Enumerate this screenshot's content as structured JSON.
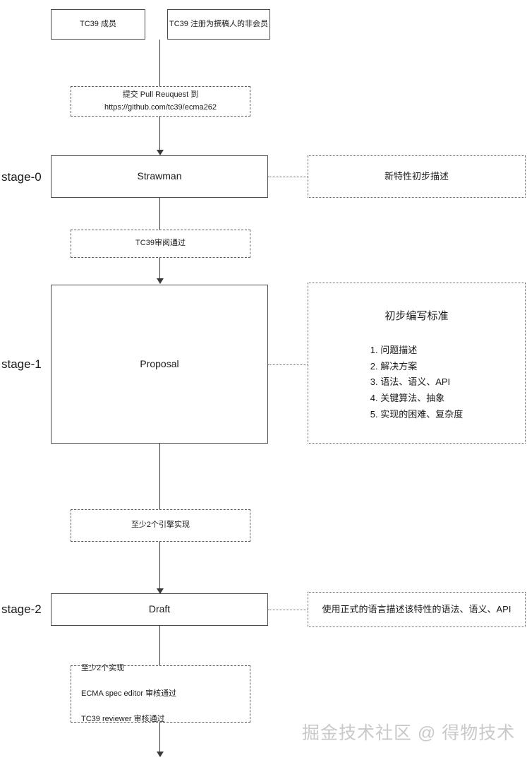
{
  "diagram": {
    "title": "TC39 Proposal Process Flowchart",
    "stages": [
      {
        "id": "stage-0",
        "label": "stage-0"
      },
      {
        "id": "stage-1",
        "label": "stage-1"
      },
      {
        "id": "stage-2",
        "label": "stage-2"
      }
    ],
    "actors": [
      {
        "id": "tc39-member",
        "label": "TC39 成员"
      },
      {
        "id": "tc39-non-member",
        "label": "TC39 注册为撰稿人的非会员"
      }
    ],
    "transitions": [
      {
        "id": "submit-pr",
        "line1": "提交 Pull Reuquest 到",
        "line2": "https://github.com/tc39/ecma262"
      },
      {
        "id": "tc39-review-pass",
        "label": "TC39审阅通过"
      },
      {
        "id": "two-engine-impl",
        "label": "至少2个引擎实现"
      },
      {
        "id": "stage3-criteria",
        "lines": [
          "至少2个实现",
          "ECMA spec editor 审核通过",
          "TC39 reviewer 审核通过"
        ]
      }
    ],
    "nodes": [
      {
        "id": "strawman",
        "label": "Strawman"
      },
      {
        "id": "proposal",
        "label": "Proposal"
      },
      {
        "id": "draft",
        "label": "Draft"
      }
    ],
    "descriptions": [
      {
        "id": "strawman-desc",
        "label": "新特性初步描述"
      },
      {
        "id": "proposal-desc",
        "title": "初步编写标准",
        "items": [
          "1. 问题描述",
          "2. 解决方案",
          "3. 语法、语义、API",
          "4. 关键算法、抽象",
          "5. 实现的困难、复杂度"
        ]
      },
      {
        "id": "draft-desc",
        "label": "使用正式的语言描述该特性的语法、语义、API"
      }
    ],
    "watermark": "掘金技术社区 @ 得物技术",
    "colors": {
      "stroke": "#4a4a4a",
      "dashed_stroke": "#5a5a5a",
      "dotted_stroke": "#6a6a6a",
      "text": "#1a1a1a",
      "background": "#ffffff",
      "watermark": "#c9c9c9"
    }
  }
}
